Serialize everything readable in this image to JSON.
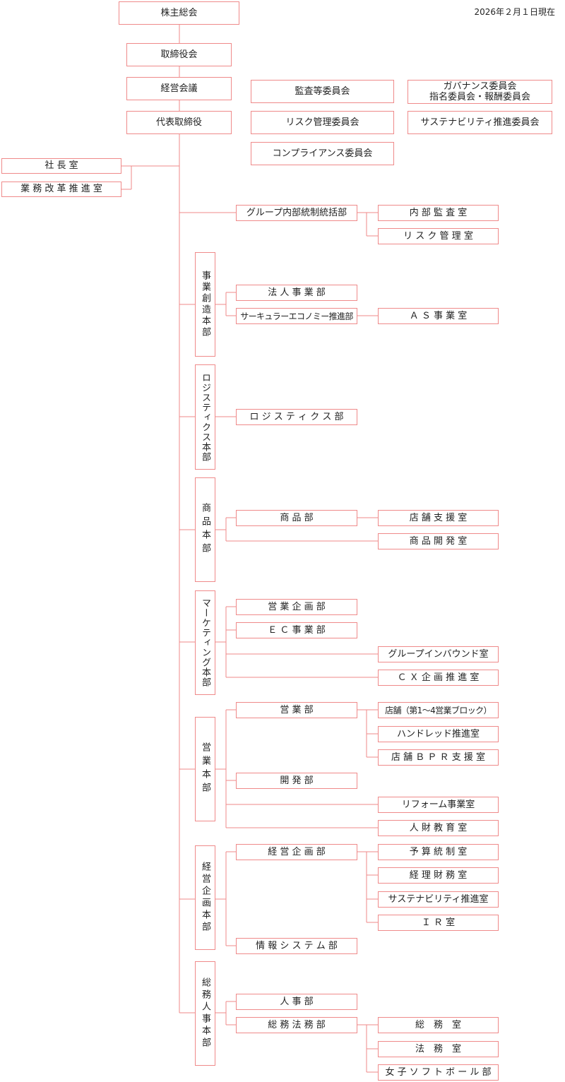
{
  "date": "2026年２月１日現在",
  "colors": {
    "line": "#ef8a8a",
    "text": "#222222",
    "background": "#ffffff"
  },
  "top": {
    "shareholders": "株主総会",
    "board": "取締役会",
    "management_meeting": "経営会議",
    "representative": "代表取締役"
  },
  "committees": {
    "audit": "監査等委員会",
    "risk": "リスク管理委員会",
    "compliance": "コンプライアンス委員会",
    "governance_line1": "ガバナンス委員会",
    "governance_line2": "指名委員会・報酬委員会",
    "sustainability": "サステナビリティ推進委員会"
  },
  "staff": {
    "president_office": "社 長 室",
    "business_reform": "業 務 改 革 推 進 室"
  },
  "group_audit": {
    "name": "グループ内部統制統括部",
    "internal_audit": "内 部 監 査 室",
    "risk_management": "リ ス ク 管 理 室"
  },
  "divisions": {
    "business_creation": {
      "name": "事業創造本部",
      "corporate": "法 人 事 業 部",
      "circular": "サーキュラーエコノミー推進部",
      "as_office": "Ａ Ｓ 事 業 室"
    },
    "logistics": {
      "name": "ロジスティクス本部",
      "dept": "ロ ジ ス テ ィ ク ス 部"
    },
    "merchandise": {
      "name": "商品本部",
      "dept": "商 品 部",
      "store_support": "店 舗 支 援 室",
      "product_dev": "商 品 開 発 室"
    },
    "marketing": {
      "name": "マーケティング本部",
      "sales_planning": "営 業 企 画 部",
      "ec": "Ｅ Ｃ 事 業 部",
      "inbound": "グループインバウンド室",
      "cx": "Ｃ Ｘ 企 画 推 進 室"
    },
    "sales": {
      "name": "営業本部",
      "sales_dept": "営 業 部",
      "stores": "店舗（第1～4営業ブロック）",
      "hundred": "ハンドレッド推進室",
      "store_bpr": "店 舗 Ｂ Ｐ Ｒ 支 援 室",
      "development": "開 発 部",
      "reform_business": "リフォーム事業室",
      "hr_education": "人 財 教 育 室"
    },
    "corporate_planning": {
      "name": "経営企画本部",
      "planning_dept": "経 営 企 画 部",
      "budget": "予 算 統 制 室",
      "accounting": "経 理 財 務 室",
      "sustainability": "サステナビリティ推進室",
      "ir": "Ｉ Ｒ 室",
      "info_systems": "情 報 シ ス テ ム 部"
    },
    "general_affairs": {
      "name": "総務人事本部",
      "hr_dept": "人 事 部",
      "legal_dept": "総 務 法 務 部",
      "general_office": "総　務　室",
      "legal_office": "法　務　室",
      "softball": "女 子 ソ フ ト ボ ー ル 部"
    }
  }
}
